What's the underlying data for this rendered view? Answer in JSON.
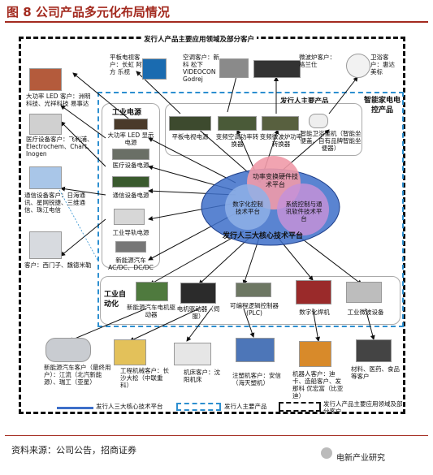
{
  "figure_title": "图 8 公司产品多元化布局情况",
  "headers": {
    "top_apps": "发行人产品主要应用领域及部分客户",
    "main_products": "发行人主要产品",
    "core_platform": "发行人三大核心技术平台"
  },
  "core_circles": [
    "功率变换硬件技术平台",
    "数字化控制技术平台",
    "系统控制与通讯软件技术平台"
  ],
  "groups": {
    "industrial_power": "工业电源",
    "smart_appliance": "智能家电电控产品",
    "industrial_automation": "工业自动化"
  },
  "power_products": [
    "大功率 LED 显示电源",
    "医疗设备电源",
    "通信设备电源",
    "工业导轨电源",
    "新能源汽车 AC/DC、DC/DC"
  ],
  "appliance_products": [
    "平板电视电源",
    "变频空调功率转换器",
    "变频微波炉功率转换器",
    "智能卫浴整机（智能坐便盖、自有品牌智能坐便器）"
  ],
  "automation_products": [
    "新能源汽车电机驱动器",
    "电机驱动器（伺服）",
    "可编程逻辑控制器(PLC)",
    "数字化焊机",
    "工业微波设备"
  ],
  "top_customers": [
    "平板电视客户：长虹 阿方 乐视",
    "空调客户：新科 松下 VIDEOCON Godrej",
    "微波炉客户：格兰仕",
    "卫浴客户：惠达 美标"
  ],
  "left_customers": [
    "大功率 LED 客户：洲明科技、光祥科技 易事达",
    "医疗设备客户：飞利浦、Electrochem、Chart、Inogen",
    "通信设备客户：日海通讯、星网锐捷、三维通信、珠江电信",
    "客户：西门子、魏德米勒"
  ],
  "bottom_customers": [
    "新能源汽车客户（最终用户）：江流（北汽新能源）、瑞工（亚星）",
    "工程机械客户：长沙大松（中联重科）",
    "机床客户：沈阳机床",
    "注塑机客户：安信（海天塑机）",
    "机器人客户：迪卡、造船客户、发那科 优宏富（比亚迪）",
    "材料、医药、食品等客户"
  ],
  "legend": [
    "发行人三大核心技术平台",
    "发行人主要产品",
    "发行人产品主要应用领域及部分客户"
  ],
  "footer": "资料来源：公司公告，招商证券",
  "watermark": "电新产业研究",
  "colors": {
    "title_red": "#a32a1f",
    "core_blue": "#3d6fc9",
    "circle_red": "#e05a6a",
    "circle_purple": "#8a67c2",
    "dash_blue": "#2d8fd0"
  }
}
